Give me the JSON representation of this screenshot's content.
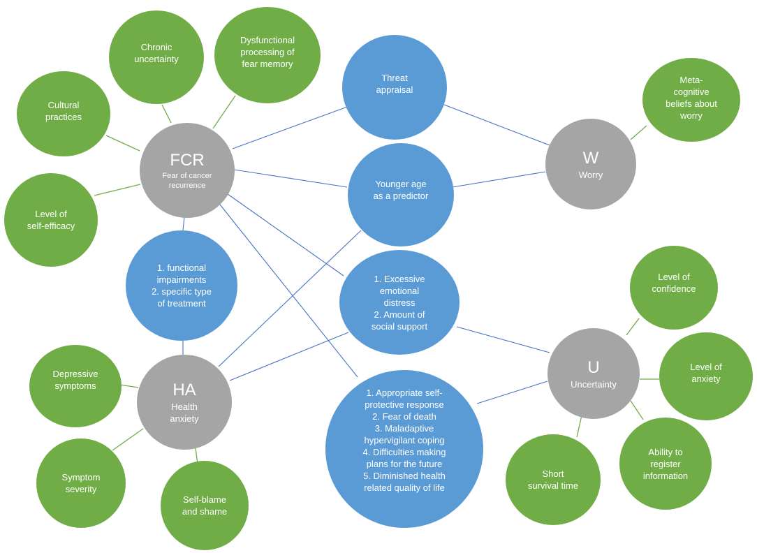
{
  "colors": {
    "factor": "#70AD47",
    "mediator": "#5B9BD5",
    "construct": "#A5A5A5",
    "link_factor": "#70AD47",
    "link_mediator": "#4472C4"
  },
  "constructs": {
    "fcr": {
      "abbr": "FCR",
      "name": [
        "Fear of cancer",
        "recurrence"
      ]
    },
    "w": {
      "abbr": "W",
      "name": [
        "Worry"
      ]
    },
    "u": {
      "abbr": "U",
      "name": [
        "Uncertainty"
      ]
    },
    "ha": {
      "abbr": "HA",
      "name": [
        "Health",
        "anxiety"
      ]
    }
  },
  "mediators": {
    "threat": [
      "Threat",
      "appraisal"
    ],
    "younger": [
      "Younger age",
      "as a predictor"
    ],
    "functional": [
      "1. functional",
      "impairments",
      "2. specific type",
      "of treatment"
    ],
    "excessive": [
      "1. Excessive",
      "emotional",
      "distress",
      "2. Amount of",
      "social support"
    ],
    "appropriate": [
      "1. Appropriate self-",
      "protective response",
      "2. Fear of death",
      "3. Maladaptive",
      "hypervigilant coping",
      "4. Difficulties making",
      "plans for the future",
      "5. Diminished health",
      "related quality of life"
    ]
  },
  "factors": {
    "chronic": [
      "Chronic",
      "uncertainty"
    ],
    "dysfunctional": [
      "Dysfunctional",
      "processing of",
      "fear memory"
    ],
    "cultural": [
      "Cultural",
      "practices"
    ],
    "self_efficacy": [
      "Level of",
      "self-efficacy"
    ],
    "metacog": [
      "Meta-",
      "cognitive",
      "beliefs about",
      "worry"
    ],
    "confidence": [
      "Level of",
      "confidence"
    ],
    "anxiety_level": [
      "Level of",
      "anxiety"
    ],
    "register": [
      "Ability to",
      "register",
      "information"
    ],
    "short_survival": [
      "Short",
      "survival time"
    ],
    "depressive": [
      "Depressive",
      "symptoms"
    ],
    "severity": [
      "Symptom",
      "severity"
    ],
    "selfblame": [
      "Self-blame",
      "and shame"
    ]
  }
}
